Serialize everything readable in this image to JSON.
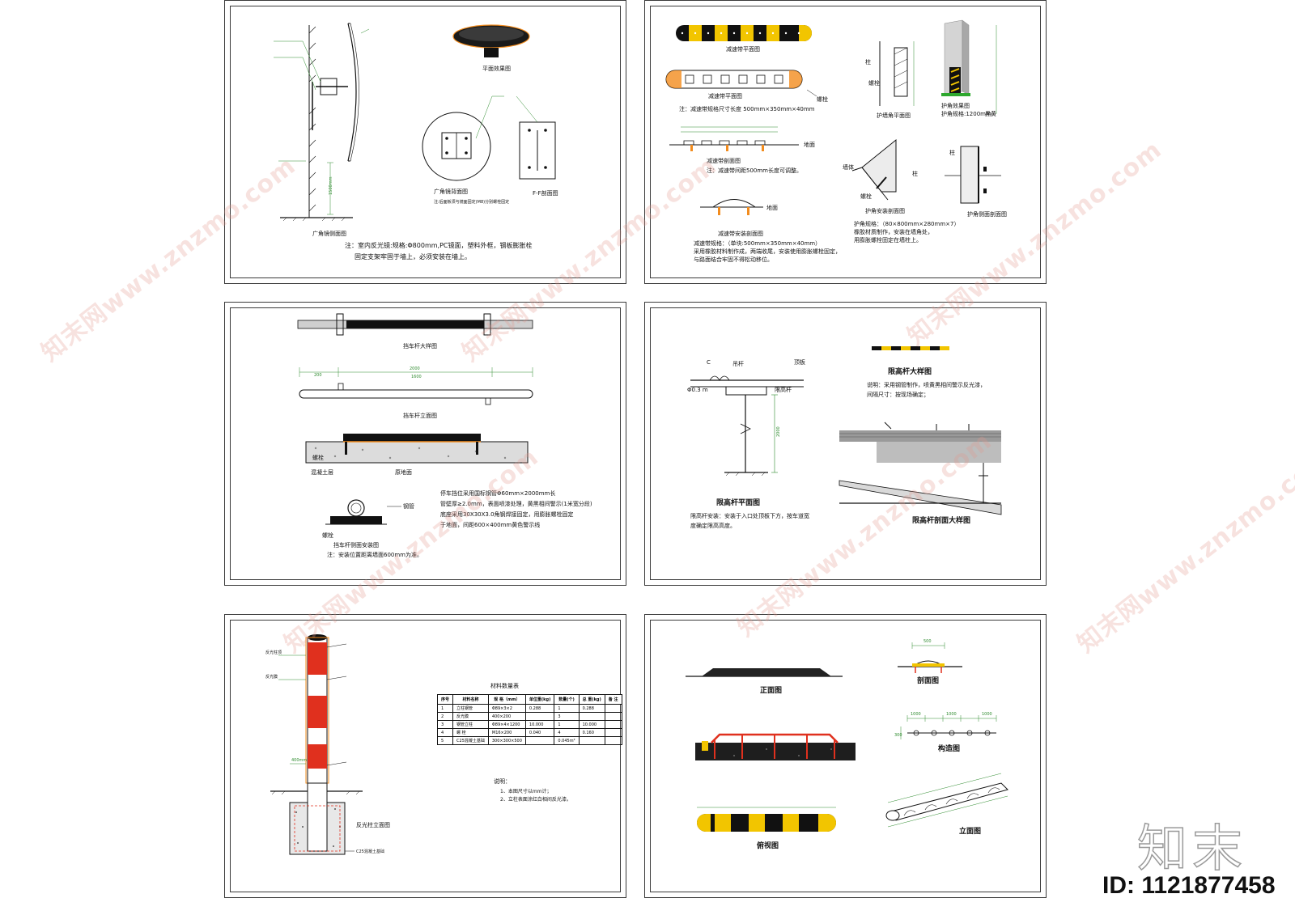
{
  "sheets": {
    "s1": {
      "title_side": "广角镜侧面图",
      "title_plan": "平面效果图",
      "title_back": "广角镜背面图",
      "title_ff": "F-F剖面图",
      "note_back": "注:后面板须与镜面固定(M8)分别螺栓固定",
      "note_line1": "注：室内反光镜:规格:Φ800mm,PC镜面，塑料外框，钢板膨胀栓",
      "note_line2": "固定支架牢固于墙上，必须安装在墙上。",
      "dim_height": "1500mm"
    },
    "s2": {
      "title_speed_plan": "减速带平面图",
      "title_speed_plan2": "减速带平面图",
      "note_size": "注：减速带规格尺寸长度 500mm×350mm×40mm",
      "title_section": "减速带剖面图",
      "note_section": "注：减速带间距500mm长度可调整。",
      "title_install": "减速带安装剖面图",
      "note_spec1": "减速带规格：（单块:500mm×350mm×40mm）",
      "note_spec2": "采用橡胶材料制作成，两端收尾，安装使用膨胀螺栓固定，",
      "note_spec3": "与路面结合牢固不得松动移位。",
      "label_floor": "地面",
      "label_bolt": "螺栓",
      "title_guard_plan": "护墙角平面图",
      "title_guard_3d": "护角效果图",
      "label_guard_spec": "护角规格:1200mm",
      "label_guard_mat": "黑黄",
      "title_guard_install": "护角安装剖面图",
      "note_guard1": "护角规格：（80×800mm×280mm×7）",
      "note_guard2": "橡胶材质制作，安装在墙角处，",
      "note_guard3": "用膨胀螺栓固定在墙柱上。",
      "title_guard_side": "护角侧面剖面图",
      "label_wall": "墙体",
      "label_col": "柱"
    },
    "s3": {
      "title_plan": "挡车杆大样图",
      "title_front": "挡车杆立面图",
      "title_section": "挡车杆安装图",
      "title_detail": "挡车杆侧面安装图",
      "dim_total": "2000",
      "dim_a": "200",
      "dim_b": "1600",
      "label_floor": "混凝土层",
      "label_ground": "原地面",
      "label_bolt": "螺栓",
      "label_pipe": "钢管",
      "note1": "停车挡位采用国标钢管Φ60mm×2000mm长",
      "note2": "管壁厚≥2.0mm，表面喷漆处理，黄黑相间警示(1米宽分段)",
      "note3": "底座采用30X30X3.0角钢焊接固定，用膨胀螺栓固定",
      "note4": "于地面，间距600×400mm黄色警示线",
      "note_bottom": "注：安装位置距离墙面600mm为准。"
    },
    "s4": {
      "title_plan": "限高杆平面图",
      "title_detail": "限高杆大样图",
      "title_section": "限高杆剖面大样图",
      "label_c": "C",
      "label_dia": "Φ0.3 m",
      "label_top": "顶板",
      "label_beam": "吊杆",
      "label_bar": "限高杆",
      "dim_height": "2000",
      "note_right1": "说明：采用钢管制作，喷黄黑相间警示反光漆，",
      "note_right2": "间隔尺寸：按现场确定；",
      "note_left1": "限高杆安装：安装于入口处顶板下方，按车道宽",
      "note_left2": "度确定限高高度。"
    },
    "s5": {
      "title_table": "材料数量表",
      "table_headers": [
        "序号",
        "材料名称",
        "规 格（mm）",
        "单位重(kg)",
        "数量(个)",
        "总 重(kg)",
        "备 注"
      ],
      "table_rows": [
        [
          "1",
          "立柱钢管",
          "Φ89×3×2",
          "0.288",
          "1",
          "0.288",
          ""
        ],
        [
          "2",
          "反光膜",
          "400×200",
          "",
          "3",
          "",
          ""
        ],
        [
          "3",
          "钢管立柱",
          "Φ89×4×1200",
          "10.000",
          "1",
          "10.000",
          ""
        ],
        [
          "4",
          "螺 栓",
          "M16×200",
          "0.040",
          "4",
          "0.160",
          ""
        ],
        [
          "5",
          "C25混凝土基础",
          "300×300×500",
          "",
          "0.045m³",
          "",
          ""
        ]
      ],
      "notes_title": "说明：",
      "note1": "1、本图尺寸以mm计；",
      "note2": "2、立柱表面涂红白相间反光漆。",
      "title_base": "反光柱立面图",
      "label_top": "反光柱顶",
      "label_film": "反光膜",
      "label_gap": "400mm",
      "label_concrete": "C25混凝土基础"
    },
    "s6": {
      "title_front": "正面图",
      "title_section": "剖面图",
      "title_structure": "构造图",
      "title_top": "俯视图",
      "title_elev": "立面图",
      "dim_500": "500",
      "dim_1000": "1000",
      "dim_300": "300"
    }
  },
  "watermark": "知末网www.znzmo.com",
  "brand_logo": "知末",
  "id_text": "ID: 1121877458",
  "colors": {
    "line": "#111111",
    "dim": "#2e8b2e",
    "yellow": "#f2c500",
    "orange": "#f28c1e",
    "red": "#e0301e",
    "sheet_border": "#3a3a3a"
  }
}
